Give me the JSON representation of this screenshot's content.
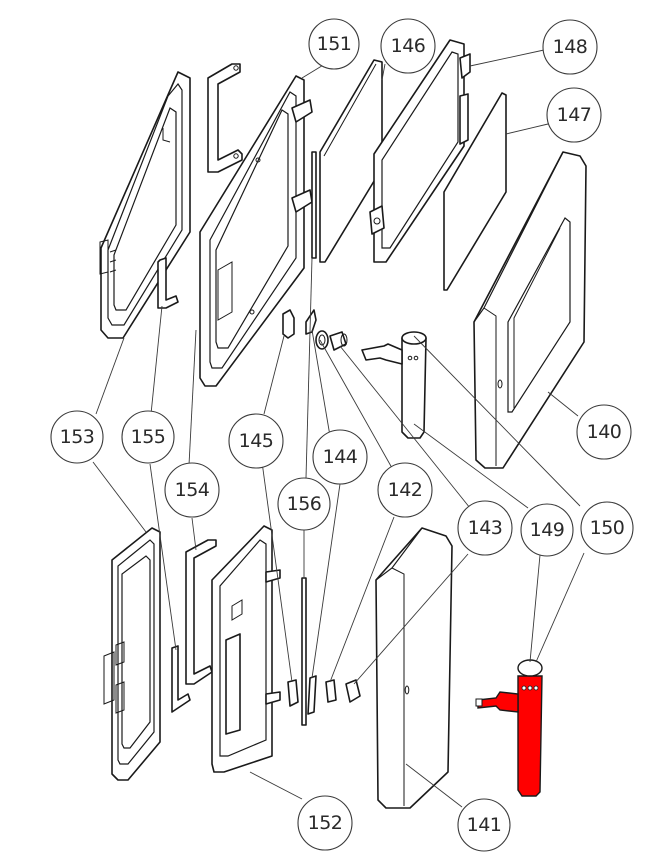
{
  "diagram": {
    "type": "exploded-parts-drawing",
    "highlight_color": "#ff0000",
    "highlighted_part": "149",
    "callouts": [
      {
        "id": "151",
        "label": "151"
      },
      {
        "id": "146",
        "label": "146"
      },
      {
        "id": "148",
        "label": "148"
      },
      {
        "id": "147",
        "label": "147"
      },
      {
        "id": "140",
        "label": "140"
      },
      {
        "id": "153",
        "label": "153"
      },
      {
        "id": "155",
        "label": "155"
      },
      {
        "id": "145",
        "label": "145"
      },
      {
        "id": "144",
        "label": "144"
      },
      {
        "id": "154",
        "label": "154"
      },
      {
        "id": "156",
        "label": "156"
      },
      {
        "id": "142",
        "label": "142"
      },
      {
        "id": "143",
        "label": "143"
      },
      {
        "id": "149",
        "label": "149"
      },
      {
        "id": "150",
        "label": "150"
      },
      {
        "id": "152",
        "label": "152"
      },
      {
        "id": "141",
        "label": "141"
      }
    ]
  }
}
